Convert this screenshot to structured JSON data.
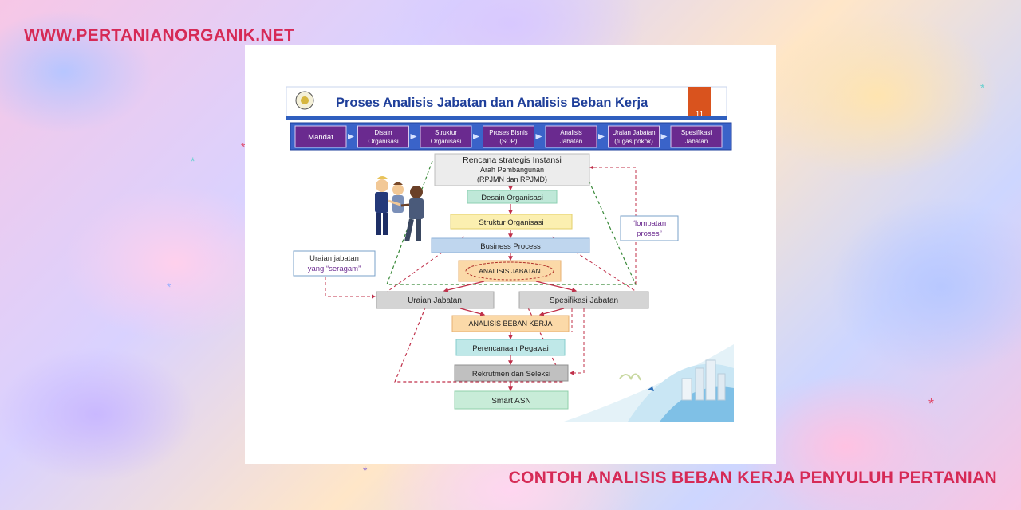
{
  "site_name": "WWW.PERTANIANORGANIK.NET",
  "footer_title": "CONTOH ANALISIS BEBAN KERJA PENYULUH PERTANIAN",
  "colors": {
    "brand_red": "#d62a56",
    "header_blue": "#1f3f9a",
    "step_purple": "#6a2a8f"
  },
  "slide": {
    "title": "Proses Analisis Jabatan dan Analisis Beban Kerja",
    "slide_number": "11",
    "steps": [
      {
        "label1": "Mandat",
        "label2": ""
      },
      {
        "label1": "Disain",
        "label2": "Organisasi"
      },
      {
        "label1": "Struktur",
        "label2": "Organisasi"
      },
      {
        "label1": "Proses Bisnis",
        "label2": "(SOP)"
      },
      {
        "label1": "Analisis",
        "label2": "Jabatan"
      },
      {
        "label1": "Uraian Jabatan",
        "label2": "(tugas pokok)"
      },
      {
        "label1": "Spesifikasi",
        "label2": "Jabatan"
      }
    ],
    "rencana": {
      "line1": "Rencana  strategis  Instansi",
      "line2": "Arah Pembangunan",
      "line3": "(RPJMN dan RPJMD)"
    },
    "desain_organisasi": "Desain Organisasi",
    "struktur_organisasi": "Struktur Organisasi",
    "business_process": "Business Process",
    "analisis_jabatan": "ANALISIS JABATAN",
    "uraian_jabatan": "Uraian Jabatan",
    "spesifikasi_jabatan": "Spesifikasi Jabatan",
    "analisis_beban_kerja": "ANALISIS BEBAN KERJA",
    "perencanaan_pegawai": "Perencanaan Pegawai",
    "rekrutmen": "Rekrutmen dan Seleksi",
    "smart_asn": "Smart ASN",
    "note_left_1": "Uraian jabatan",
    "note_left_2": "yang “seragam”",
    "note_right_1": "“lompatan",
    "note_right_2": "proses”"
  }
}
